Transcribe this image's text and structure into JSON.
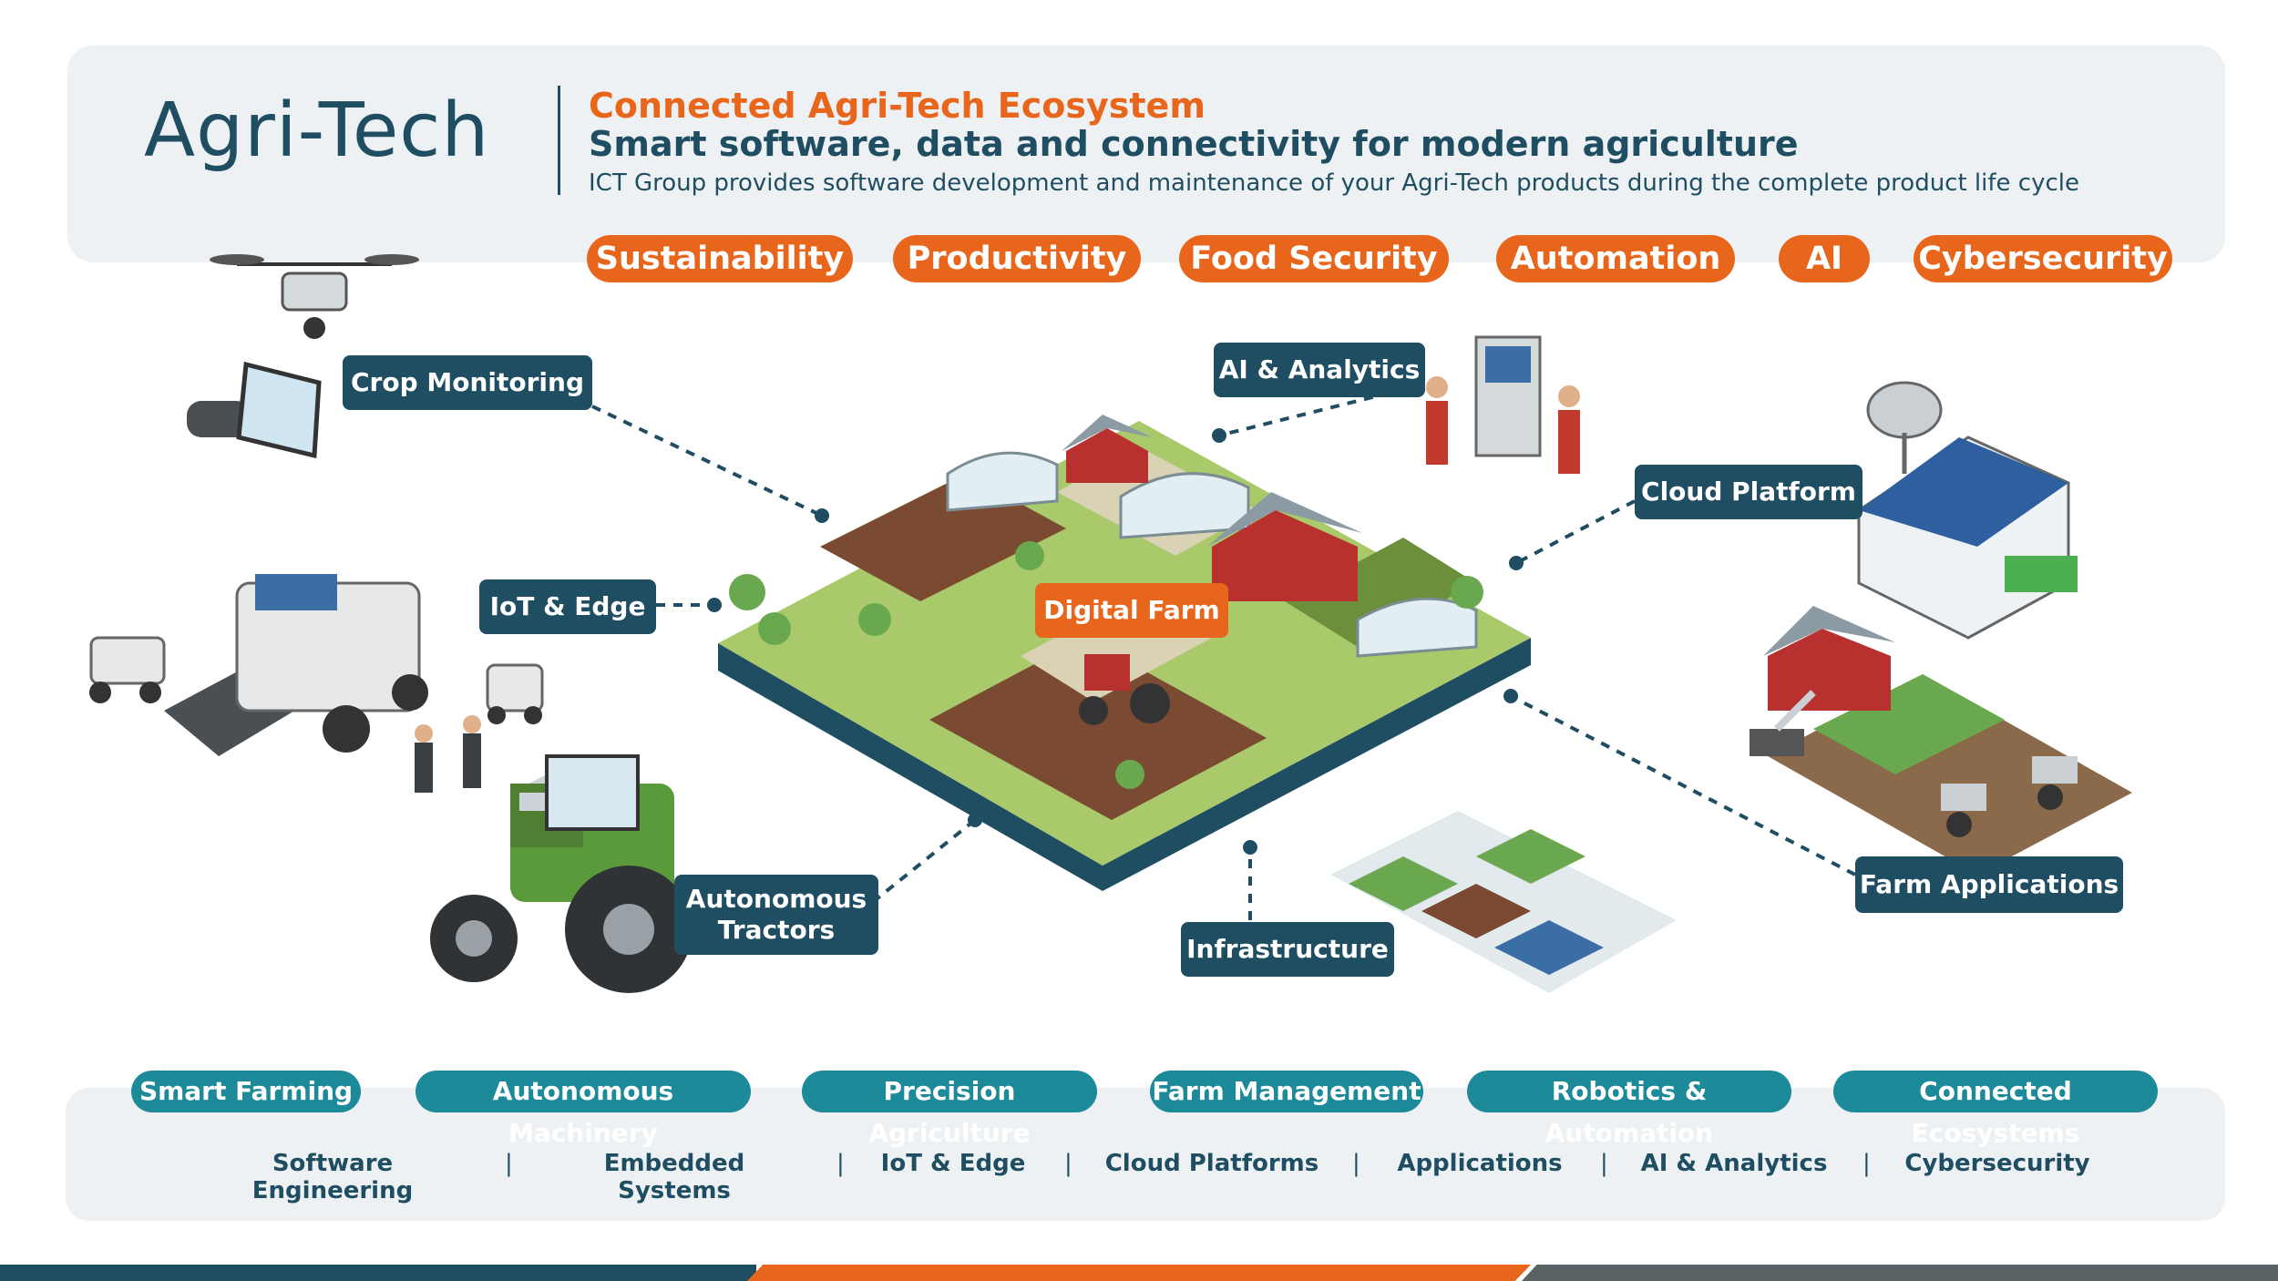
{
  "header": {
    "brand": "Agri-Tech",
    "kicker": "Connected Agri-Tech Ecosystem",
    "title": "Smart software, data and connectivity for modern agriculture",
    "subtitle": "ICT Group provides software development and maintenance of your Agri-Tech products during the complete product life cycle"
  },
  "pillars": [
    "Sustainability",
    "Productivity",
    "Food Security",
    "Automation",
    "AI",
    "Cybersecurity"
  ],
  "center_label": "Digital Farm",
  "nodes": {
    "crop_monitoring": "Crop Monitoring",
    "iot_edge": "IoT & Edge",
    "ai_analytics": "AI & Analytics",
    "cloud_platform": "Cloud Platform",
    "autonomous_tractors": "Autonomous\nTractors",
    "infrastructure": "Infrastructure",
    "farm_applications": "Farm Applications"
  },
  "tags": [
    "Smart Farming",
    "Autonomous Machinery",
    "Precision Agriculture",
    "Farm Management",
    "Robotics & Automation",
    "Connected Ecosystems"
  ],
  "capabilities": [
    "Software Engineering",
    "Embedded Systems",
    "IoT & Edge",
    "Cloud Platforms",
    "Applications",
    "AI & Analytics",
    "Cybersecurity"
  ],
  "separator": "|",
  "colors": {
    "navy": "#1f4e63",
    "orange": "#e8661c",
    "teal": "#1d8a9a",
    "panel": "#eef1f3",
    "grass": "#a9c96b",
    "soil": "#7a4a32",
    "barn_red": "#b8312f",
    "tractor_green": "#5a9a3a"
  },
  "icons": [
    "drone-icon",
    "remote-controller-icon",
    "tablet-icon",
    "harvester-icon",
    "field-robot-icon",
    "farmer-icon",
    "tractor-icon",
    "barn-icon",
    "greenhouse-icon",
    "satellite-dish-icon",
    "solar-house-icon",
    "dashboard-kiosk-icon",
    "robot-arm-icon",
    "sprayer-tractor-icon",
    "mini-farm-grid-icon"
  ]
}
